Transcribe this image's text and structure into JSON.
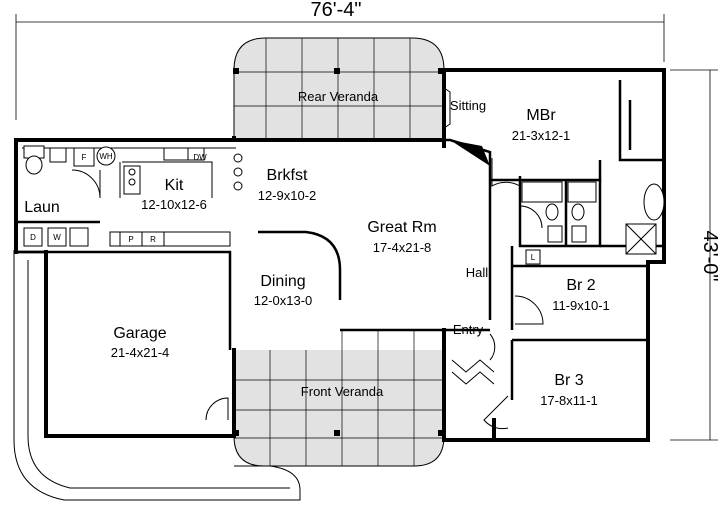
{
  "dimensions": {
    "width": "76'-4\"",
    "depth": "43'-0\""
  },
  "rooms": [
    {
      "id": "laun",
      "name": "Laun",
      "size": ""
    },
    {
      "id": "kit",
      "name": "Kit",
      "size": "12-10x12-6"
    },
    {
      "id": "brkfst",
      "name": "Brkfst",
      "size": "12-9x10-2"
    },
    {
      "id": "great",
      "name": "Great Rm",
      "size": "17-4x21-8"
    },
    {
      "id": "dining",
      "name": "Dining",
      "size": "12-0x13-0"
    },
    {
      "id": "garage",
      "name": "Garage",
      "size": "21-4x21-4"
    },
    {
      "id": "mbr",
      "name": "MBr",
      "size": "21-3x12-1"
    },
    {
      "id": "sitting",
      "name": "Sitting",
      "size": ""
    },
    {
      "id": "hall",
      "name": "Hall",
      "size": ""
    },
    {
      "id": "entry",
      "name": "Entry",
      "size": ""
    },
    {
      "id": "br2",
      "name": "Br 2",
      "size": "11-9x10-1"
    },
    {
      "id": "br3",
      "name": "Br 3",
      "size": "17-8x11-1"
    }
  ],
  "verandas": {
    "rear": "Rear Veranda",
    "front": "Front Veranda"
  },
  "fixtures": {
    "dryer": "D",
    "washer": "W",
    "water_heater": "WH",
    "fridge": "F",
    "dishwasher": "DW",
    "pantry": "P",
    "range": "R",
    "linen": "L"
  }
}
